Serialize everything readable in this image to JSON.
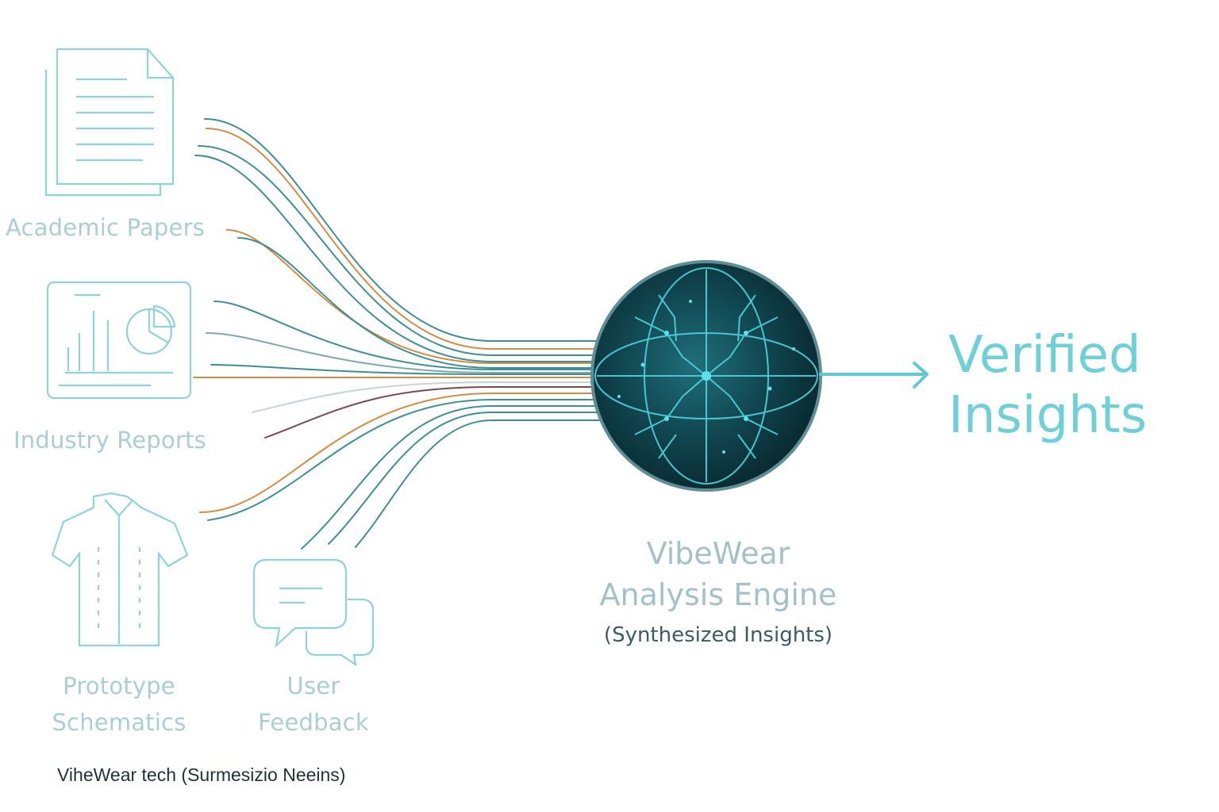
{
  "sources": {
    "academic": {
      "label": "Academic Papers",
      "icon": "document-icon"
    },
    "industry": {
      "label": "Industry Reports",
      "icon": "chart-report-icon"
    },
    "prototype": {
      "label_lines": [
        "Prototype",
        "Schematics"
      ],
      "icon": "shirt-icon"
    },
    "feedback": {
      "label_lines": [
        "User",
        "Feedback"
      ],
      "icon": "chat-bubbles-icon"
    }
  },
  "engine": {
    "title_lines": [
      "VibeWear",
      "Analysis Engine"
    ],
    "subtitle": "(Synthesized Insights)",
    "icon": "neural-globe-icon"
  },
  "output": {
    "title_lines": [
      "Verified",
      "Insights"
    ],
    "icon": "arrow-right-icon"
  },
  "footer": {
    "caption": "ViheWear tech (Surmesizio Neeins)"
  },
  "colors": {
    "teal_line": "#3f8e95",
    "orange_line": "#d18d45",
    "icon_stroke": "#7fd0d6",
    "globe_fill": "#0f4a56",
    "accent": "#6fd0d8"
  }
}
